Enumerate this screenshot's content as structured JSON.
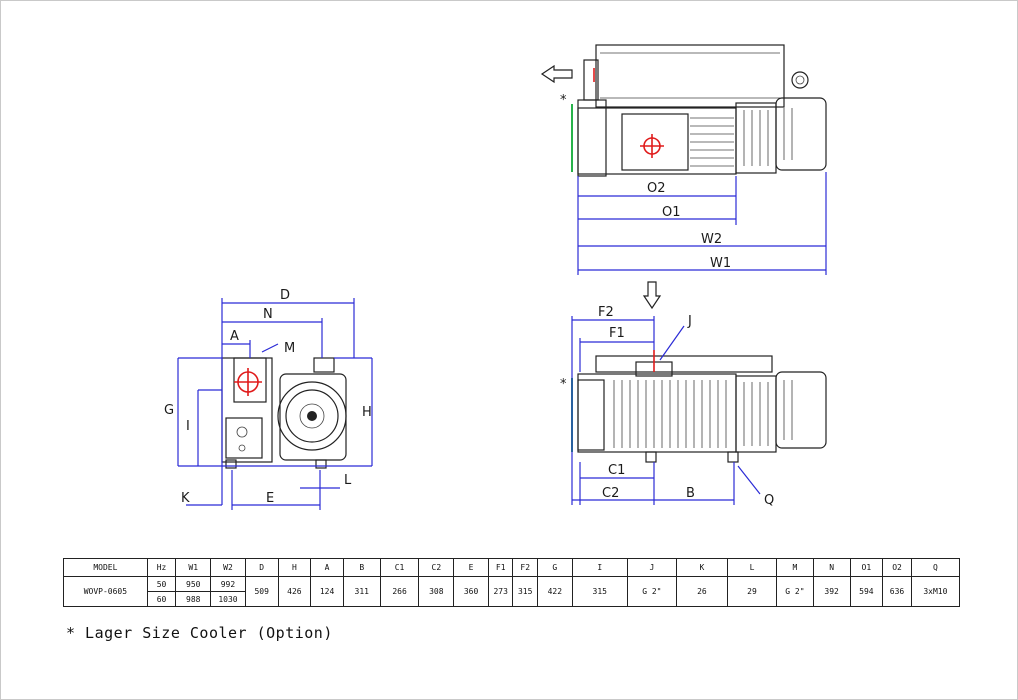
{
  "drawing": {
    "labels": {
      "D": "D",
      "N": "N",
      "A": "A",
      "M": "M",
      "G": "G",
      "I": "I",
      "H": "H",
      "K": "K",
      "E": "E",
      "L": "L",
      "O2": "O2",
      "O1": "O1",
      "W2": "W2",
      "W1": "W1",
      "F2": "F2",
      "F1": "F1",
      "J": "J",
      "C1": "C1",
      "C2": "C2",
      "B": "B",
      "Q": "Q",
      "star_top": "*",
      "star_bottom": "*"
    }
  },
  "table": {
    "headers": [
      "MODEL",
      "Hz",
      "W1",
      "W2",
      "D",
      "H",
      "A",
      "B",
      "C1",
      "C2",
      "E",
      "F1",
      "F2",
      "G",
      "I",
      "J",
      "K",
      "L",
      "M",
      "N",
      "O1",
      "O2",
      "Q"
    ],
    "model": "WOVP-0605",
    "hz": [
      "50",
      "60"
    ],
    "w1": [
      "950",
      "988"
    ],
    "w2": [
      "992",
      "1030"
    ],
    "common": [
      "509",
      "426",
      "124",
      "311",
      "266",
      "308",
      "360",
      "273",
      "315",
      "422",
      "315",
      "G 2\"",
      "26",
      "29",
      "G 2\"",
      "392",
      "594",
      "636",
      "3xM10"
    ]
  },
  "note": "* Lager Size Cooler (Option)"
}
